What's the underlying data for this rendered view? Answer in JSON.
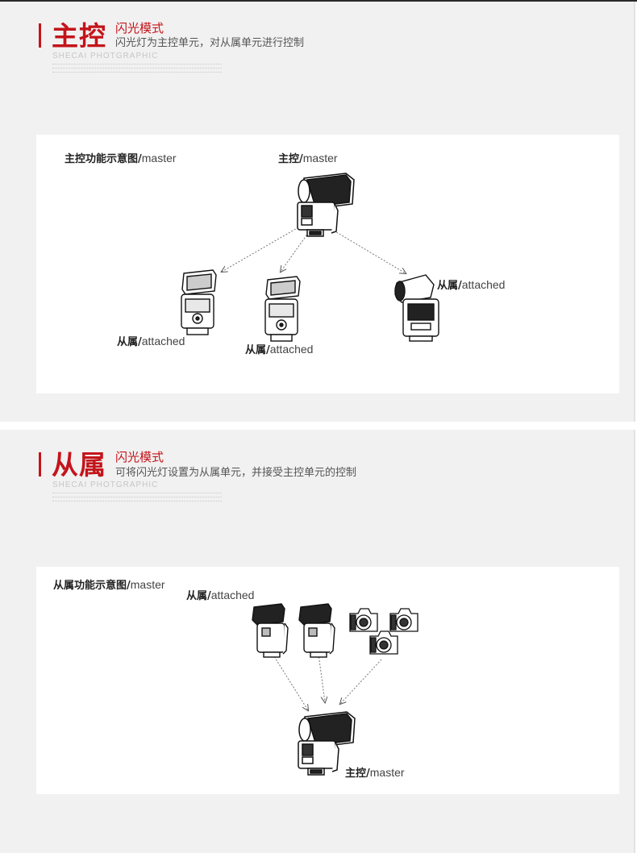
{
  "master_section": {
    "title": "主控",
    "mode": "闪光模式",
    "description": "闪光灯为主控单元，对从属单元进行控制",
    "brand_en": "SHECAI PHOTGRAPHIC",
    "diagram_caption_cn": "主控功能示意图/",
    "diagram_caption_en": "master",
    "master_label_cn": "主控/",
    "master_label_en": "master",
    "slave_labels": [
      {
        "cn": "从属/",
        "en": "attached"
      },
      {
        "cn": "从属/",
        "en": "attached"
      },
      {
        "cn": "从属/",
        "en": "attached"
      }
    ]
  },
  "slave_section": {
    "title": "从属",
    "mode": "闪光模式",
    "description": "可将闪光灯设置为从属单元，并接受主控单元的控制",
    "brand_en": "SHECAI PHOTGRAPHIC",
    "diagram_caption_cn": "从属功能示意图/",
    "diagram_caption_en": "master",
    "attached_label_cn": "从属/",
    "attached_label_en": "attached",
    "master_label_cn": "主控/",
    "master_label_en": "master"
  },
  "colors": {
    "accent": "#c4141b",
    "section_bg": "#f1f1f1",
    "panel_bg": "#ffffff",
    "line_art": "#1a1a1a"
  },
  "icons": [
    "speedlite-flash-icon",
    "dslr-camera-icon",
    "dashed-arrow-icon"
  ]
}
